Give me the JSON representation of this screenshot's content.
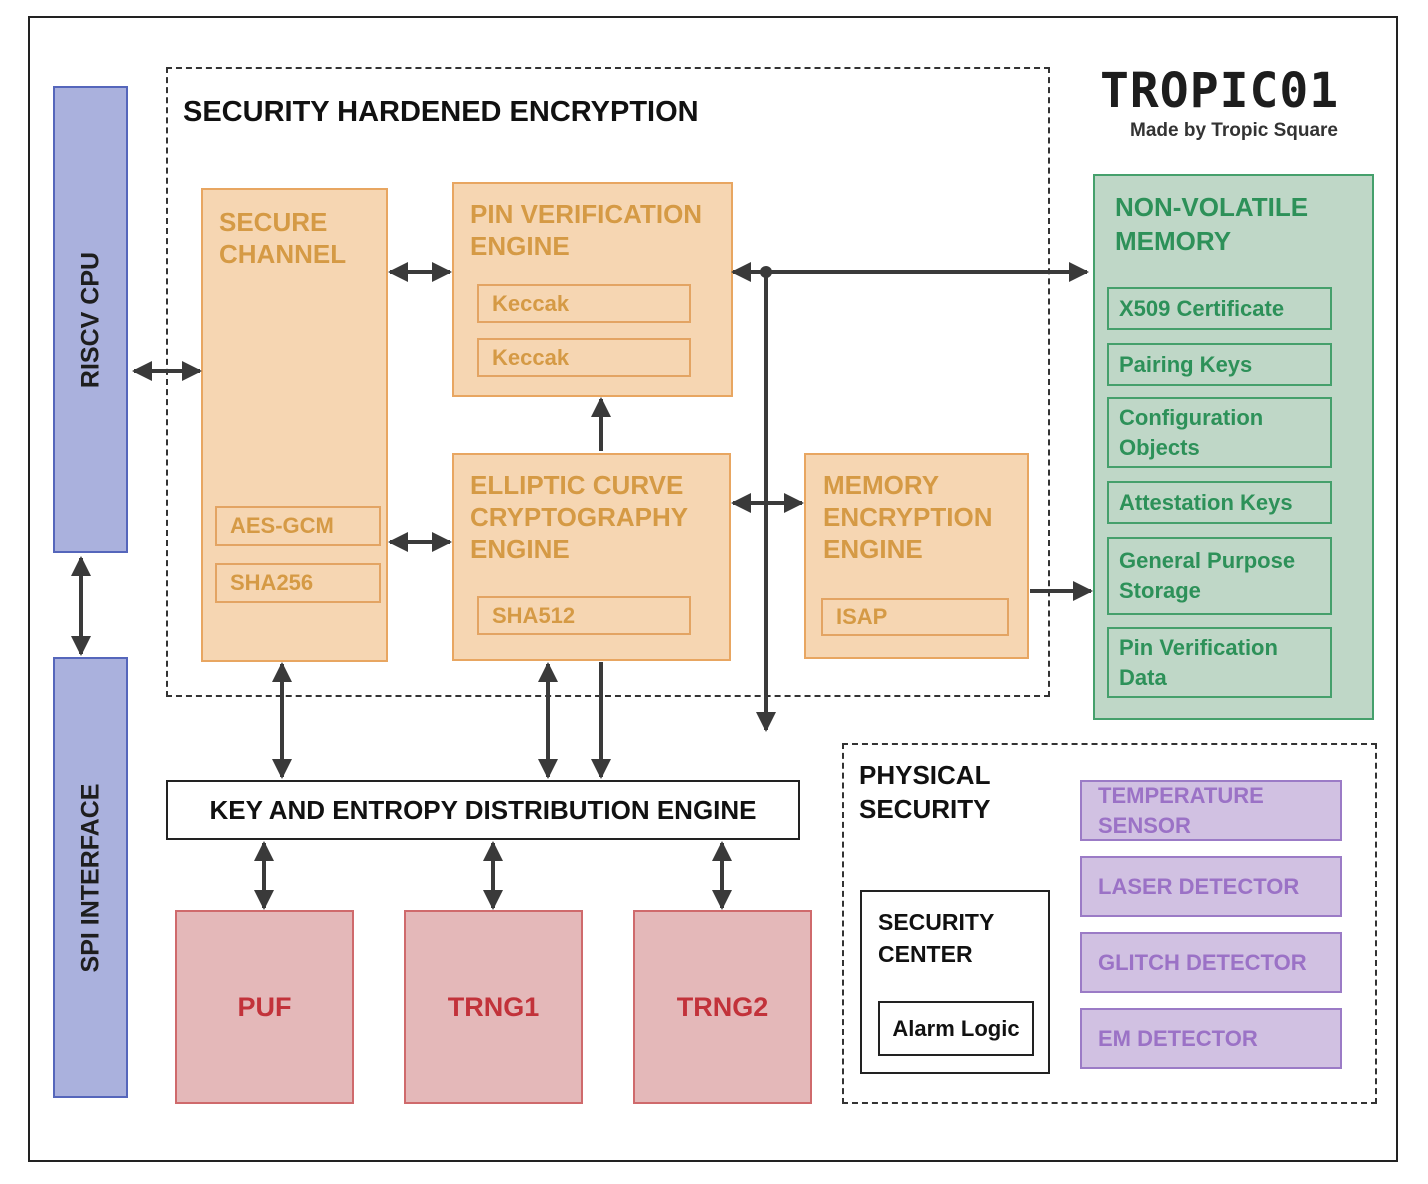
{
  "logo": {
    "name": "TROPIC01",
    "tagline": "Made by Tropic Square"
  },
  "left_bus": {
    "cpu": "RISCV CPU",
    "spi": "SPI INTERFACE"
  },
  "security_hardened": {
    "title": "SECURITY HARDENED ENCRYPTION",
    "secure_channel": {
      "title": "SECURE\nCHANNEL",
      "items": [
        "AES-GCM",
        "SHA256"
      ]
    },
    "pin_engine": {
      "title": "PIN VERIFICATION\nENGINE",
      "items": [
        "Keccak",
        "Keccak"
      ]
    },
    "ecc_engine": {
      "title": "ELLIPTIC CURVE\nCRYPTOGRAPHY\nENGINE",
      "items": [
        "SHA512"
      ]
    },
    "mem_engine": {
      "title": "MEMORY\nENCRYPTION\nENGINE",
      "items": [
        "ISAP"
      ]
    }
  },
  "nvm": {
    "title": "NON-VOLATILE\nMEMORY",
    "items": [
      "X509 Certificate",
      "Pairing Keys",
      "Configuration\nObjects",
      "Attestation Keys",
      "General Purpose\nStorage",
      "Pin Verification\nData"
    ]
  },
  "key_entropy": {
    "title": "KEY AND ENTROPY DISTRIBUTION ENGINE"
  },
  "sources": [
    "PUF",
    "TRNG1",
    "TRNG2"
  ],
  "physical": {
    "title": "PHYSICAL\nSECURITY",
    "center": {
      "title": "SECURITY\nCENTER",
      "alarm": "Alarm Logic"
    },
    "detectors": [
      "TEMPERATURE\nSENSOR",
      "LASER DETECTOR",
      "GLITCH DETECTOR",
      "EM DETECTOR"
    ]
  },
  "colors": {
    "orange_fill": "#f6d6b2",
    "green_fill": "#bfd7c7",
    "red_fill": "#e4b8b9",
    "purple_fill": "#d1c1e2",
    "blue_fill": "#aab1dd"
  }
}
